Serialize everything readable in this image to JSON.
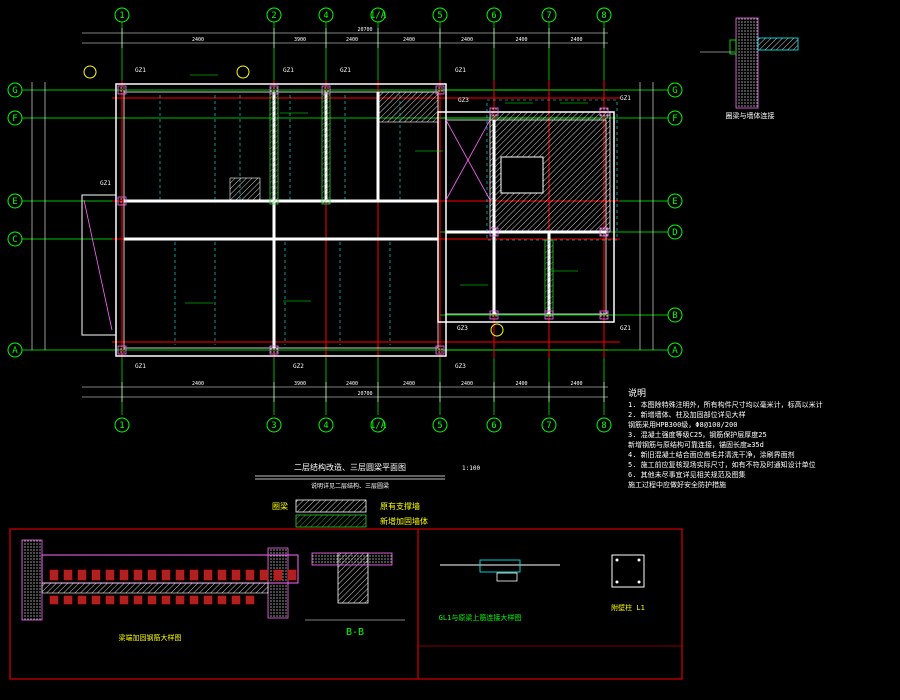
{
  "drawing": {
    "background": "#000000",
    "colors": {
      "axis": "#00ff00",
      "wall": "#ffffff",
      "column": "#ff66ff",
      "grid_red": "#ff0000",
      "dim": "#ffffff",
      "text_yellow": "#ffff00",
      "text_cyan": "#00ffff",
      "text_green": "#00ff00",
      "frame_red": "#ff0000",
      "hatch_green": "#33cc33"
    },
    "col_axes": [
      "1",
      "2",
      "4",
      "1/A",
      "5",
      "6",
      "7",
      "8"
    ],
    "col_axes_bottom": [
      "1",
      "3",
      "4",
      "1/A",
      "5",
      "6",
      "7",
      "8"
    ],
    "row_axes": [
      "G",
      "F",
      "E",
      "C",
      "A"
    ],
    "row_axes_right": [
      "G",
      "F",
      "E",
      "D",
      "B",
      "A"
    ],
    "dims_top": [
      "2400",
      "3900",
      "2400",
      "2400",
      "2400",
      "2400",
      "2400"
    ],
    "dims_total": "20700",
    "plan_title": "二层结构改造、三层圆梁平面图",
    "plan_subtitle": "说明详见二层结构、三层圆梁",
    "scale": "1:100",
    "legend": [
      {
        "label": "圈梁",
        "desc": "原有支撑墙"
      },
      {
        "label": "",
        "desc": "新增加固墙体"
      }
    ],
    "notes_title": "说明",
    "notes": [
      "1. 本图除特殊注明外，所有构件尺寸均以毫米计，标高以米计",
      "2. 新增墙体、柱及加固部位详见大样",
      "   钢筋采用HPB300级，Φ8@100/200",
      "3. 混凝土强度等级C25，钢筋保护层厚度25",
      "   新增钢筋与原结构可靠连接，锚固长度≥35d",
      "4. 新旧混凝土结合面应凿毛并清洗干净，涂刷界面剂",
      "5. 施工前应复核现场实际尺寸，如有不符及时通知设计单位",
      "6. 其他未尽事宜详见相关规范及图集",
      "   施工过程中应做好安全防护措施"
    ],
    "detail_labels": {
      "beam_detail": "梁端加固钢筋大样图",
      "section_bb": "B-B",
      "gl_detail": "GL1与原梁上筋连接大样图",
      "pillar": "附壁柱 L1",
      "wall_tie": "圈梁与墙体连接"
    },
    "column_tags": [
      "GZ1",
      "GZ2",
      "GZ3"
    ]
  }
}
